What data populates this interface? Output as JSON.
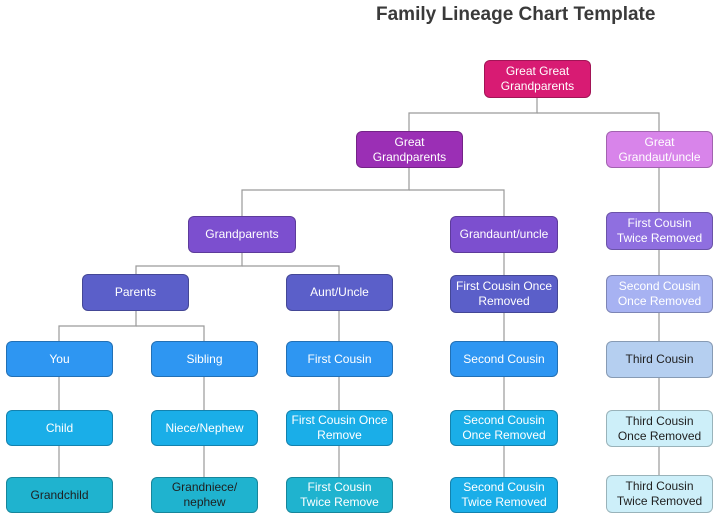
{
  "title": "Family Lineage Chart Template",
  "colors": {
    "magenta": "#d81b73",
    "purple": "#9b2fb5",
    "orchid": "#d884ea",
    "violet": "#7c4fcf",
    "lavender": "#8f6fe0",
    "indigo": "#5b5fc9",
    "periwinkle": "#a7b2f2",
    "sky_blue": "#2e96f2",
    "light_steel": "#b5cff0",
    "cyan": "#1aaee8",
    "pale_cyan": "#cdeff9",
    "teal": "#1fb3cf",
    "line": "#9a9a9a"
  },
  "nodes": {
    "great_great_grandparents": "Great Great Grandparents",
    "great_grandparents": "Great Grandparents",
    "great_grandaunt_uncle": "Great Grandaut/uncle",
    "grandparents": "Grandparents",
    "grandaunt_uncle": "Grandaunt/uncle",
    "first_cousin_twice_removed_top": "First Cousin Twice Removed",
    "parents": "Parents",
    "aunt_uncle": "Aunt/Uncle",
    "first_cousin_once_removed_top": "First Cousin Once Removed",
    "second_cousin_once_removed_top": "Second Cousin Once Removed",
    "you": "You",
    "sibling": "Sibling",
    "first_cousin": "First Cousin",
    "second_cousin": "Second Cousin",
    "third_cousin": "Third Cousin",
    "child": "Child",
    "niece_nephew": "Niece/Nephew",
    "first_cousin_once_remove": "First Cousin Once Remove",
    "second_cousin_once_removed": "Second Cousin Once Removed",
    "third_cousin_once_removed": "Third Cousin Once Removed",
    "grandchild": "Grandchild",
    "grandniece_nephew": "Grandniece/ nephew",
    "first_cousin_twice_remove": "First Cousin Twice Remove",
    "second_cousin_twice_removed": "Second Cousin Twice Removed",
    "third_cousin_twice_removed": "Third Cousin Twice Removed"
  }
}
